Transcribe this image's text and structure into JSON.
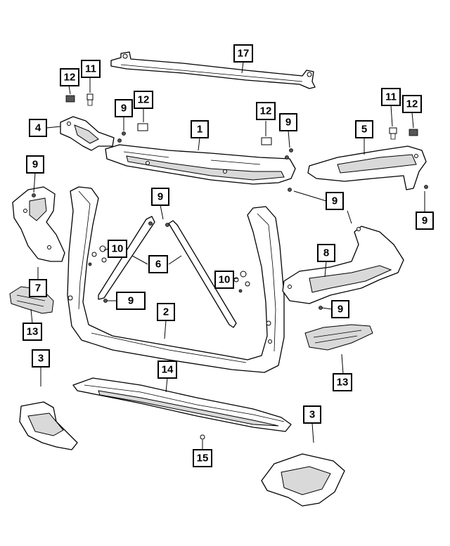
{
  "callouts": {
    "c1": "1",
    "c2": "2",
    "c3a": "3",
    "c3b": "3",
    "c4": "4",
    "c5": "5",
    "c6": "6",
    "c7": "7",
    "c8": "8",
    "c9a": "9",
    "c9b": "9",
    "c9c": "9",
    "c9d": "9",
    "c9e": "9",
    "c9f": "9",
    "c9g": "9",
    "c9h": "9",
    "c10a": "10",
    "c10b": "10",
    "c11a": "11",
    "c11b": "11",
    "c12a": "12",
    "c12b": "12",
    "c12c": "12",
    "c12d": "12",
    "c13a": "13",
    "c13b": "13",
    "c14": "14",
    "c15": "15",
    "c17": "17"
  }
}
